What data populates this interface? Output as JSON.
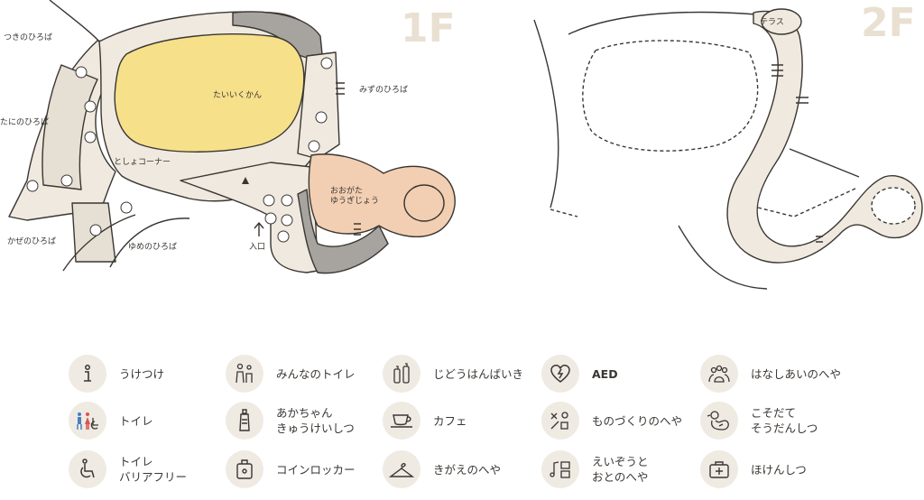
{
  "floors": {
    "f1": "1F",
    "f2": "2F"
  },
  "map_labels": {
    "taiikukan": "たいいくかん",
    "tsuki": "つきのひろば",
    "mizu": "みずのひろば",
    "tani": "たにのひろば",
    "tosho": "としょコーナー",
    "ooogata": "おおがた\nゆうぎじょう",
    "kaze": "かぜのひろば",
    "yume": "ゆめのひろば",
    "iriguchi": "入口",
    "terasu": "テラス"
  },
  "legend": [
    {
      "icon": "reception-icon",
      "label": "うけつけ"
    },
    {
      "icon": "family-toilet-icon",
      "label": "みんなのトイレ"
    },
    {
      "icon": "vending-machine-icon",
      "label": "じどうはんばいき"
    },
    {
      "icon": "aed-icon",
      "label": "AED"
    },
    {
      "icon": "talk-room-icon",
      "label": "はなしあいのへや"
    },
    {
      "icon": "toilet-icon",
      "label": "トイレ"
    },
    {
      "icon": "baby-care-icon",
      "label": "あかちゃん\nきゅうけいしつ"
    },
    {
      "icon": "cafe-icon",
      "label": "カフェ"
    },
    {
      "icon": "craft-room-icon",
      "label": "ものづくりのへや"
    },
    {
      "icon": "childcare-room-icon",
      "label": "こそだて\nそうだんしつ"
    },
    {
      "icon": "accessible-toilet-icon",
      "label": "トイレ\nバリアフリー"
    },
    {
      "icon": "coin-locker-icon",
      "label": "コインロッカー"
    },
    {
      "icon": "changing-room-icon",
      "label": "きがえのへや"
    },
    {
      "icon": "video-music-room-icon",
      "label": "えいぞうと\nおとのへや"
    },
    {
      "icon": "health-room-icon",
      "label": "ほけんしつ"
    }
  ],
  "colors": {
    "floor": "#efe9df",
    "gym": "#f6e08a",
    "play_hall": "#f2cfb2",
    "wall": "#3a3632",
    "gray_area": "#a7a49f"
  }
}
